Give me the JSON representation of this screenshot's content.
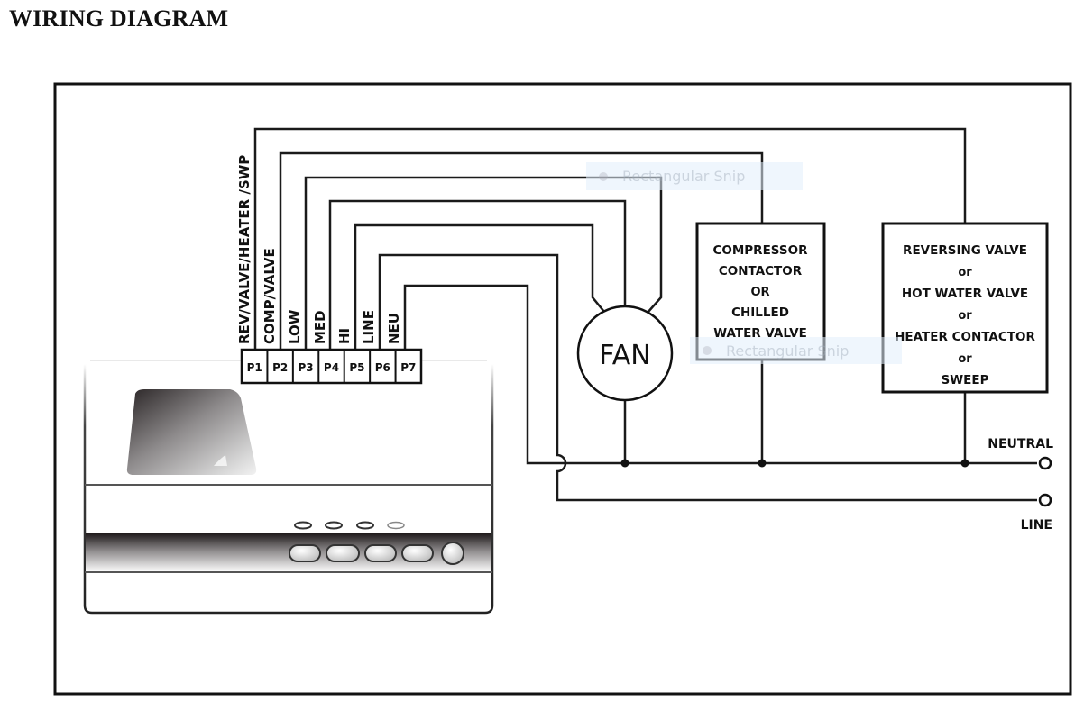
{
  "page": {
    "title": "WIRING DIAGRAM"
  },
  "diagram": {
    "terminal_labels": [
      "REV/VALVE/HEATER /SWP",
      "COMP/VALVE",
      "LOW",
      "MED",
      "HI",
      "LINE",
      "NEU"
    ],
    "terminals": [
      "P1",
      "P2",
      "P3",
      "P4",
      "P5",
      "P6",
      "P7"
    ],
    "fan_label": "FAN",
    "compressor_box": [
      "COMPRESSOR",
      "CONTACTOR",
      "OR",
      "CHILLED",
      "WATER VALVE"
    ],
    "reversing_box": [
      "REVERSING VALVE",
      "or",
      "HOT WATER VALVE",
      "or",
      "HEATER CONTACTOR",
      "or",
      "SWEEP"
    ],
    "neutral_label": "NEUTRAL",
    "line_label": "LINE"
  },
  "overlays": {
    "snip_label_1": "Rectangular Snip",
    "snip_label_2": "Rectangular Snip"
  }
}
